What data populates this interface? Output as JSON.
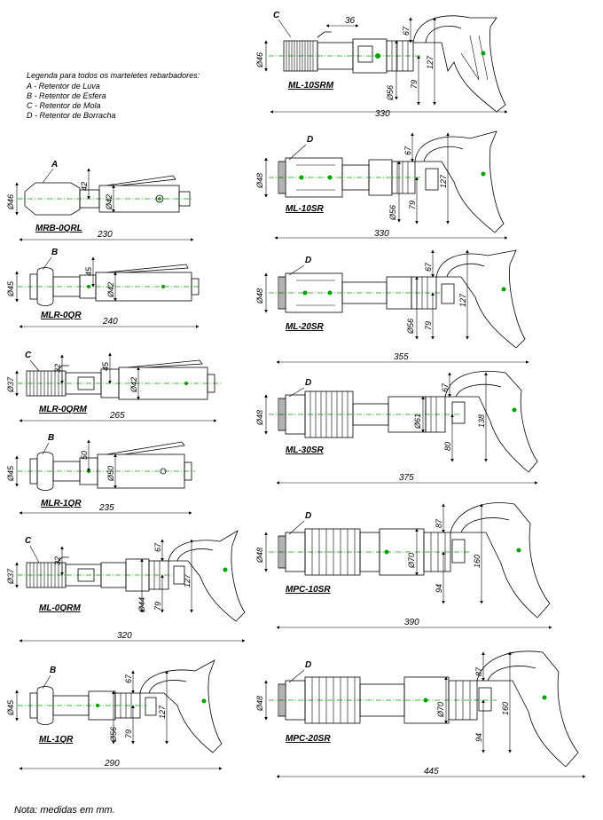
{
  "legend": {
    "title": "Legenda para todos os marteletes rebarbadores:",
    "items": [
      "A - Retentor de Luva",
      "B - Retentor de Esfera",
      "C - Retentor de Mola",
      "D - Retentor de Borracha"
    ]
  },
  "note": "Nota: medidas em mm.",
  "tools": {
    "ml10srm": {
      "model": "ML-10SRM",
      "retainer": "C",
      "length": "330",
      "d1": "Ø46",
      "d2": "Ø56",
      "h1": "36",
      "h2": "67",
      "h3": "127",
      "h4": "79"
    },
    "ml10sr": {
      "model": "ML-10SR",
      "retainer": "D",
      "length": "330",
      "d1": "Ø48",
      "d2": "Ø56",
      "h2": "67",
      "h3": "127",
      "h4": "79"
    },
    "ml20sr": {
      "model": "ML-20SR",
      "retainer": "D",
      "length": "355",
      "d1": "Ø48",
      "d2": "Ø56",
      "h2": "67",
      "h3": "127",
      "h4": "79"
    },
    "ml30sr": {
      "model": "ML-30SR",
      "retainer": "D",
      "length": "375",
      "d1": "Ø48",
      "d2": "Ø61",
      "h2": "67",
      "h3": "138",
      "h4": "80"
    },
    "mpc10sr": {
      "model": "MPC-10SR",
      "retainer": "D",
      "length": "390",
      "d1": "Ø48",
      "d2": "Ø70",
      "h2": "87",
      "h3": "160",
      "h4": "94"
    },
    "mpc20sr": {
      "model": "MPC-20SR",
      "retainer": "D",
      "length": "445",
      "d1": "Ø48",
      "d2": "Ø70",
      "h2": "87",
      "h3": "160",
      "h4": "94"
    },
    "mrb0qrl": {
      "model": "MRB-0QRL",
      "retainer": "A",
      "length": "230",
      "d1": "Ø46",
      "d2": "Ø42",
      "h1": "42"
    },
    "mlr0qr": {
      "model": "MLR-0QR",
      "retainer": "B",
      "length": "240",
      "d1": "Ø45",
      "d2": "Ø42",
      "h1": "45"
    },
    "mlr0qrm": {
      "model": "MLR-0QRM",
      "retainer": "C",
      "length": "265",
      "d1": "Ø37",
      "d2": "Ø42",
      "h1": "32",
      "h2": "45"
    },
    "mlr1qr": {
      "model": "MLR-1QR",
      "retainer": "B",
      "length": "235",
      "d1": "Ø45",
      "d2": "Ø50",
      "h1": "50"
    },
    "ml0qrm": {
      "model": "ML-0QRM",
      "retainer": "C",
      "length": "320",
      "d1": "Ø37",
      "d2": "Ø44",
      "h1": "32",
      "h2": "67",
      "h3": "127",
      "h4": "79"
    },
    "ml1qr": {
      "model": "ML-1QR",
      "retainer": "B",
      "length": "290",
      "d1": "Ø45",
      "d2": "Ø56",
      "h2": "67",
      "h3": "127",
      "h4": "79"
    }
  }
}
